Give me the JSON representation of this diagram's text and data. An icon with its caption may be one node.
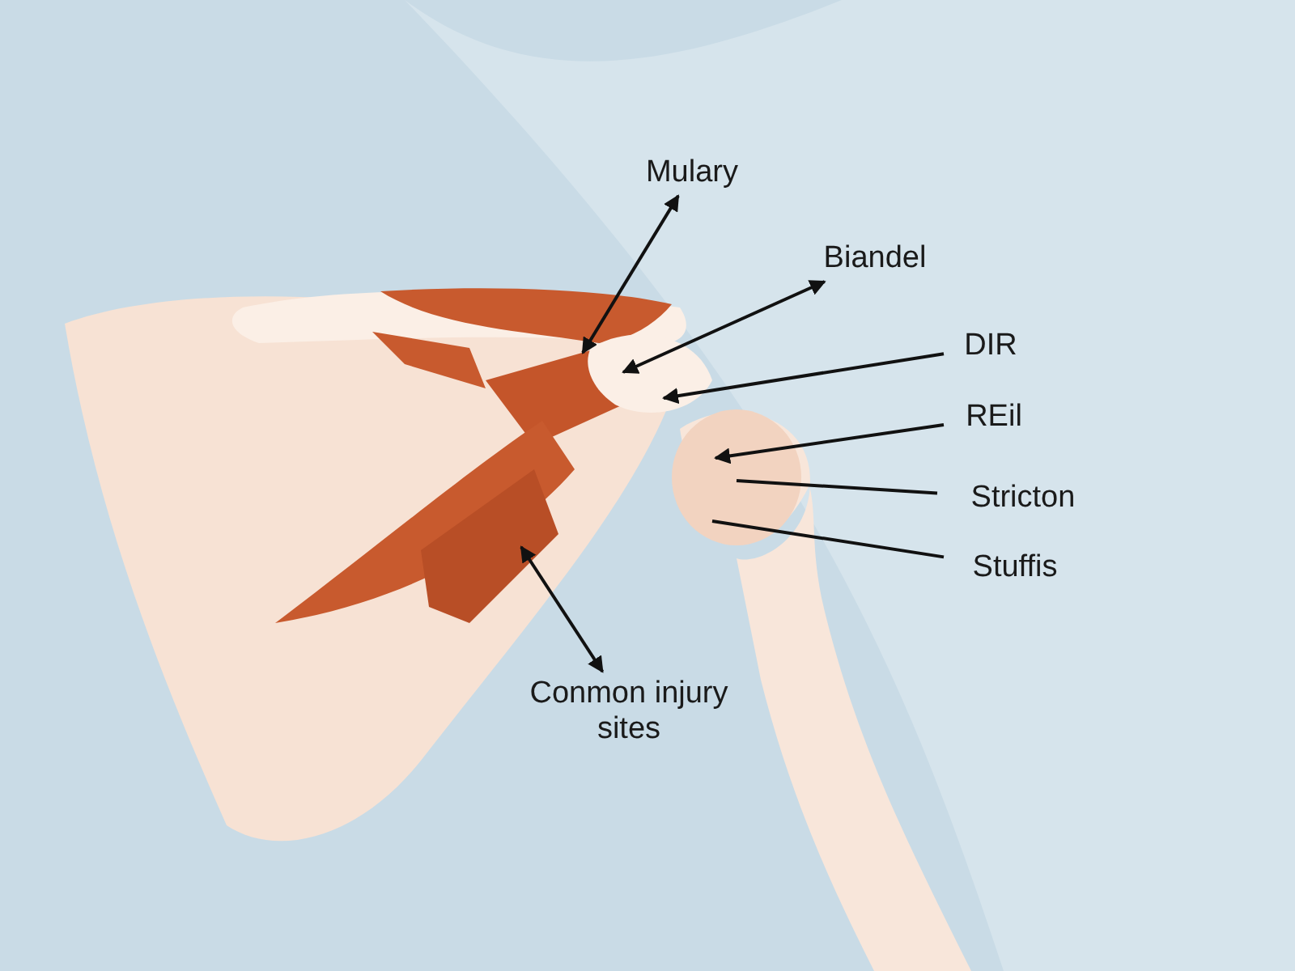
{
  "diagram": {
    "nodes": [
      {
        "text": [
          "Mulary"
        ]
      },
      {
        "text": [
          "Biandel"
        ]
      },
      {
        "text": [
          "DIR"
        ]
      },
      {
        "text": [
          "REil"
        ]
      },
      {
        "text": [
          "Stricton"
        ]
      },
      {
        "text": [
          "Stuffis"
        ]
      },
      {
        "text": [
          "Conmon injury sites"
        ]
      }
    ],
    "edges": [
      {
        "from": 0,
        "to": null,
        "arrow": "both"
      },
      {
        "from": 1,
        "to": null,
        "arrow": "both"
      },
      {
        "from": 2,
        "to": null,
        "arrow": "to"
      },
      {
        "from": 3,
        "to": null,
        "arrow": "to"
      },
      {
        "from": 4,
        "to": null,
        "arrow": "none"
      },
      {
        "from": 5,
        "to": null,
        "arrow": "none"
      },
      {
        "from": 6,
        "to": null,
        "arrow": "both"
      }
    ]
  }
}
